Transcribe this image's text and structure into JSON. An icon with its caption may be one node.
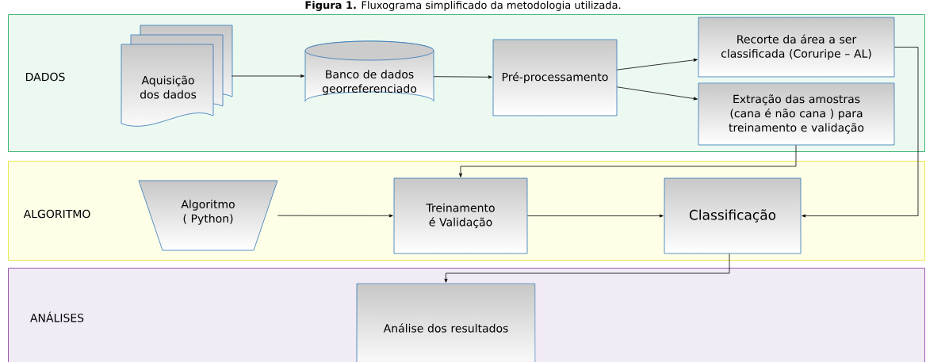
{
  "diagram": {
    "title": "**Figura 1.** Fluxograma simplificado da metodologia utilizada.",
    "nodes": [
      {
        "text": [
          "DADOS"
        ]
      },
      {
        "text": [
          "Aquisição dos dados"
        ],
        "in": 0
      },
      {
        "text": [
          "Banco de dados georreferenciado"
        ],
        "in": 0
      },
      {
        "text": [
          "Pré-processamento"
        ],
        "in": 0
      },
      {
        "text": [
          "Recorte da área a ser classificada (Coruripe – AL)"
        ],
        "in": 0
      },
      {
        "text": [
          "Extração das amostras (cana é não cana ) para treinamento e validação"
        ],
        "in": 0
      },
      {
        "text": [
          "ALGORITMO"
        ]
      },
      {
        "text": [
          "Algoritmo ( Python)"
        ],
        "in": 6
      },
      {
        "text": [
          "Treinamento é Validação"
        ],
        "in": 6
      },
      {
        "text": [
          "Classificação"
        ],
        "in": 6
      },
      {
        "text": [
          "ANÁLISES"
        ]
      },
      {
        "text": [
          "Análise dos resultados"
        ],
        "in": 10
      }
    ],
    "edges": [
      {
        "from": 1,
        "to": 2,
        "arrow": "to"
      },
      {
        "from": 2,
        "to": 3,
        "arrow": "to"
      },
      {
        "from": 3,
        "to": 4,
        "arrow": "to"
      },
      {
        "from": 3,
        "to": 5,
        "arrow": "to"
      },
      {
        "from": 5,
        "to": 8,
        "arrow": "to"
      },
      {
        "from": 4,
        "to": 9,
        "arrow": "to"
      },
      {
        "from": 7,
        "to": 8,
        "arrow": "to"
      },
      {
        "from": 8,
        "to": 9,
        "arrow": "to"
      },
      {
        "from": 9,
        "to": 11,
        "arrow": "to"
      }
    ]
  }
}
